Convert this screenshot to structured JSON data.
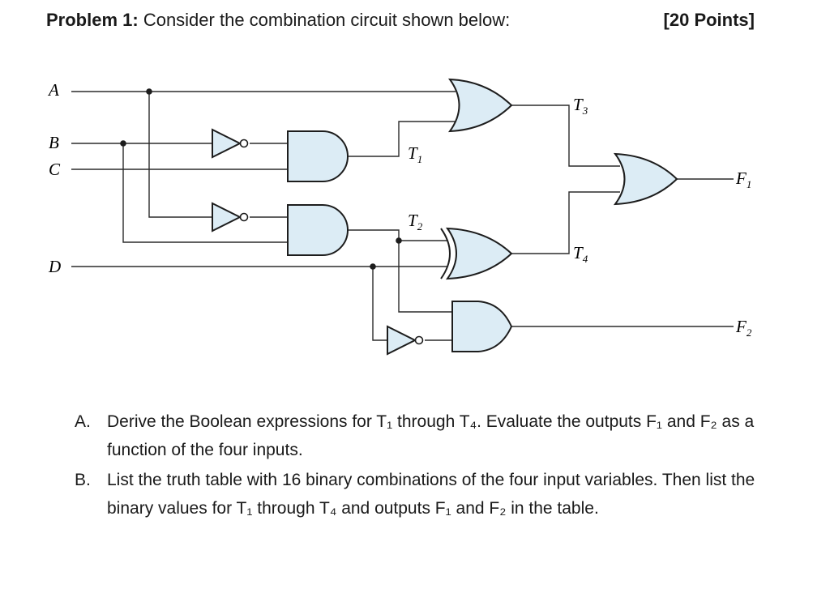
{
  "header": {
    "problem_label": "Problem 1:",
    "problem_text": " Consider the combination circuit shown below:",
    "points": "[20 Points]"
  },
  "circuit": {
    "inputs": {
      "a": "A",
      "b": "B",
      "c": "C",
      "d": "D"
    },
    "signals": {
      "t1": {
        "base": "T",
        "sub": "1"
      },
      "t2": {
        "base": "T",
        "sub": "2"
      },
      "t3": {
        "base": "T",
        "sub": "3"
      },
      "t4": {
        "base": "T",
        "sub": "4"
      },
      "f1": {
        "base": "F",
        "sub": "1"
      },
      "f2": {
        "base": "F",
        "sub": "2"
      }
    }
  },
  "questions": [
    {
      "letter": "A.",
      "text": "Derive the Boolean expressions for T₁ through T₄. Evaluate the outputs F₁ and F₂ as a function of the four inputs."
    },
    {
      "letter": "B.",
      "text": "List the truth table with 16 binary combinations of the four input variables. Then list the binary values for T₁ through T₄ and outputs F₁ and F₂ in the table."
    }
  ],
  "colors": {
    "gate_fill": "#dcecf5",
    "wire": "#2b2b2b"
  }
}
